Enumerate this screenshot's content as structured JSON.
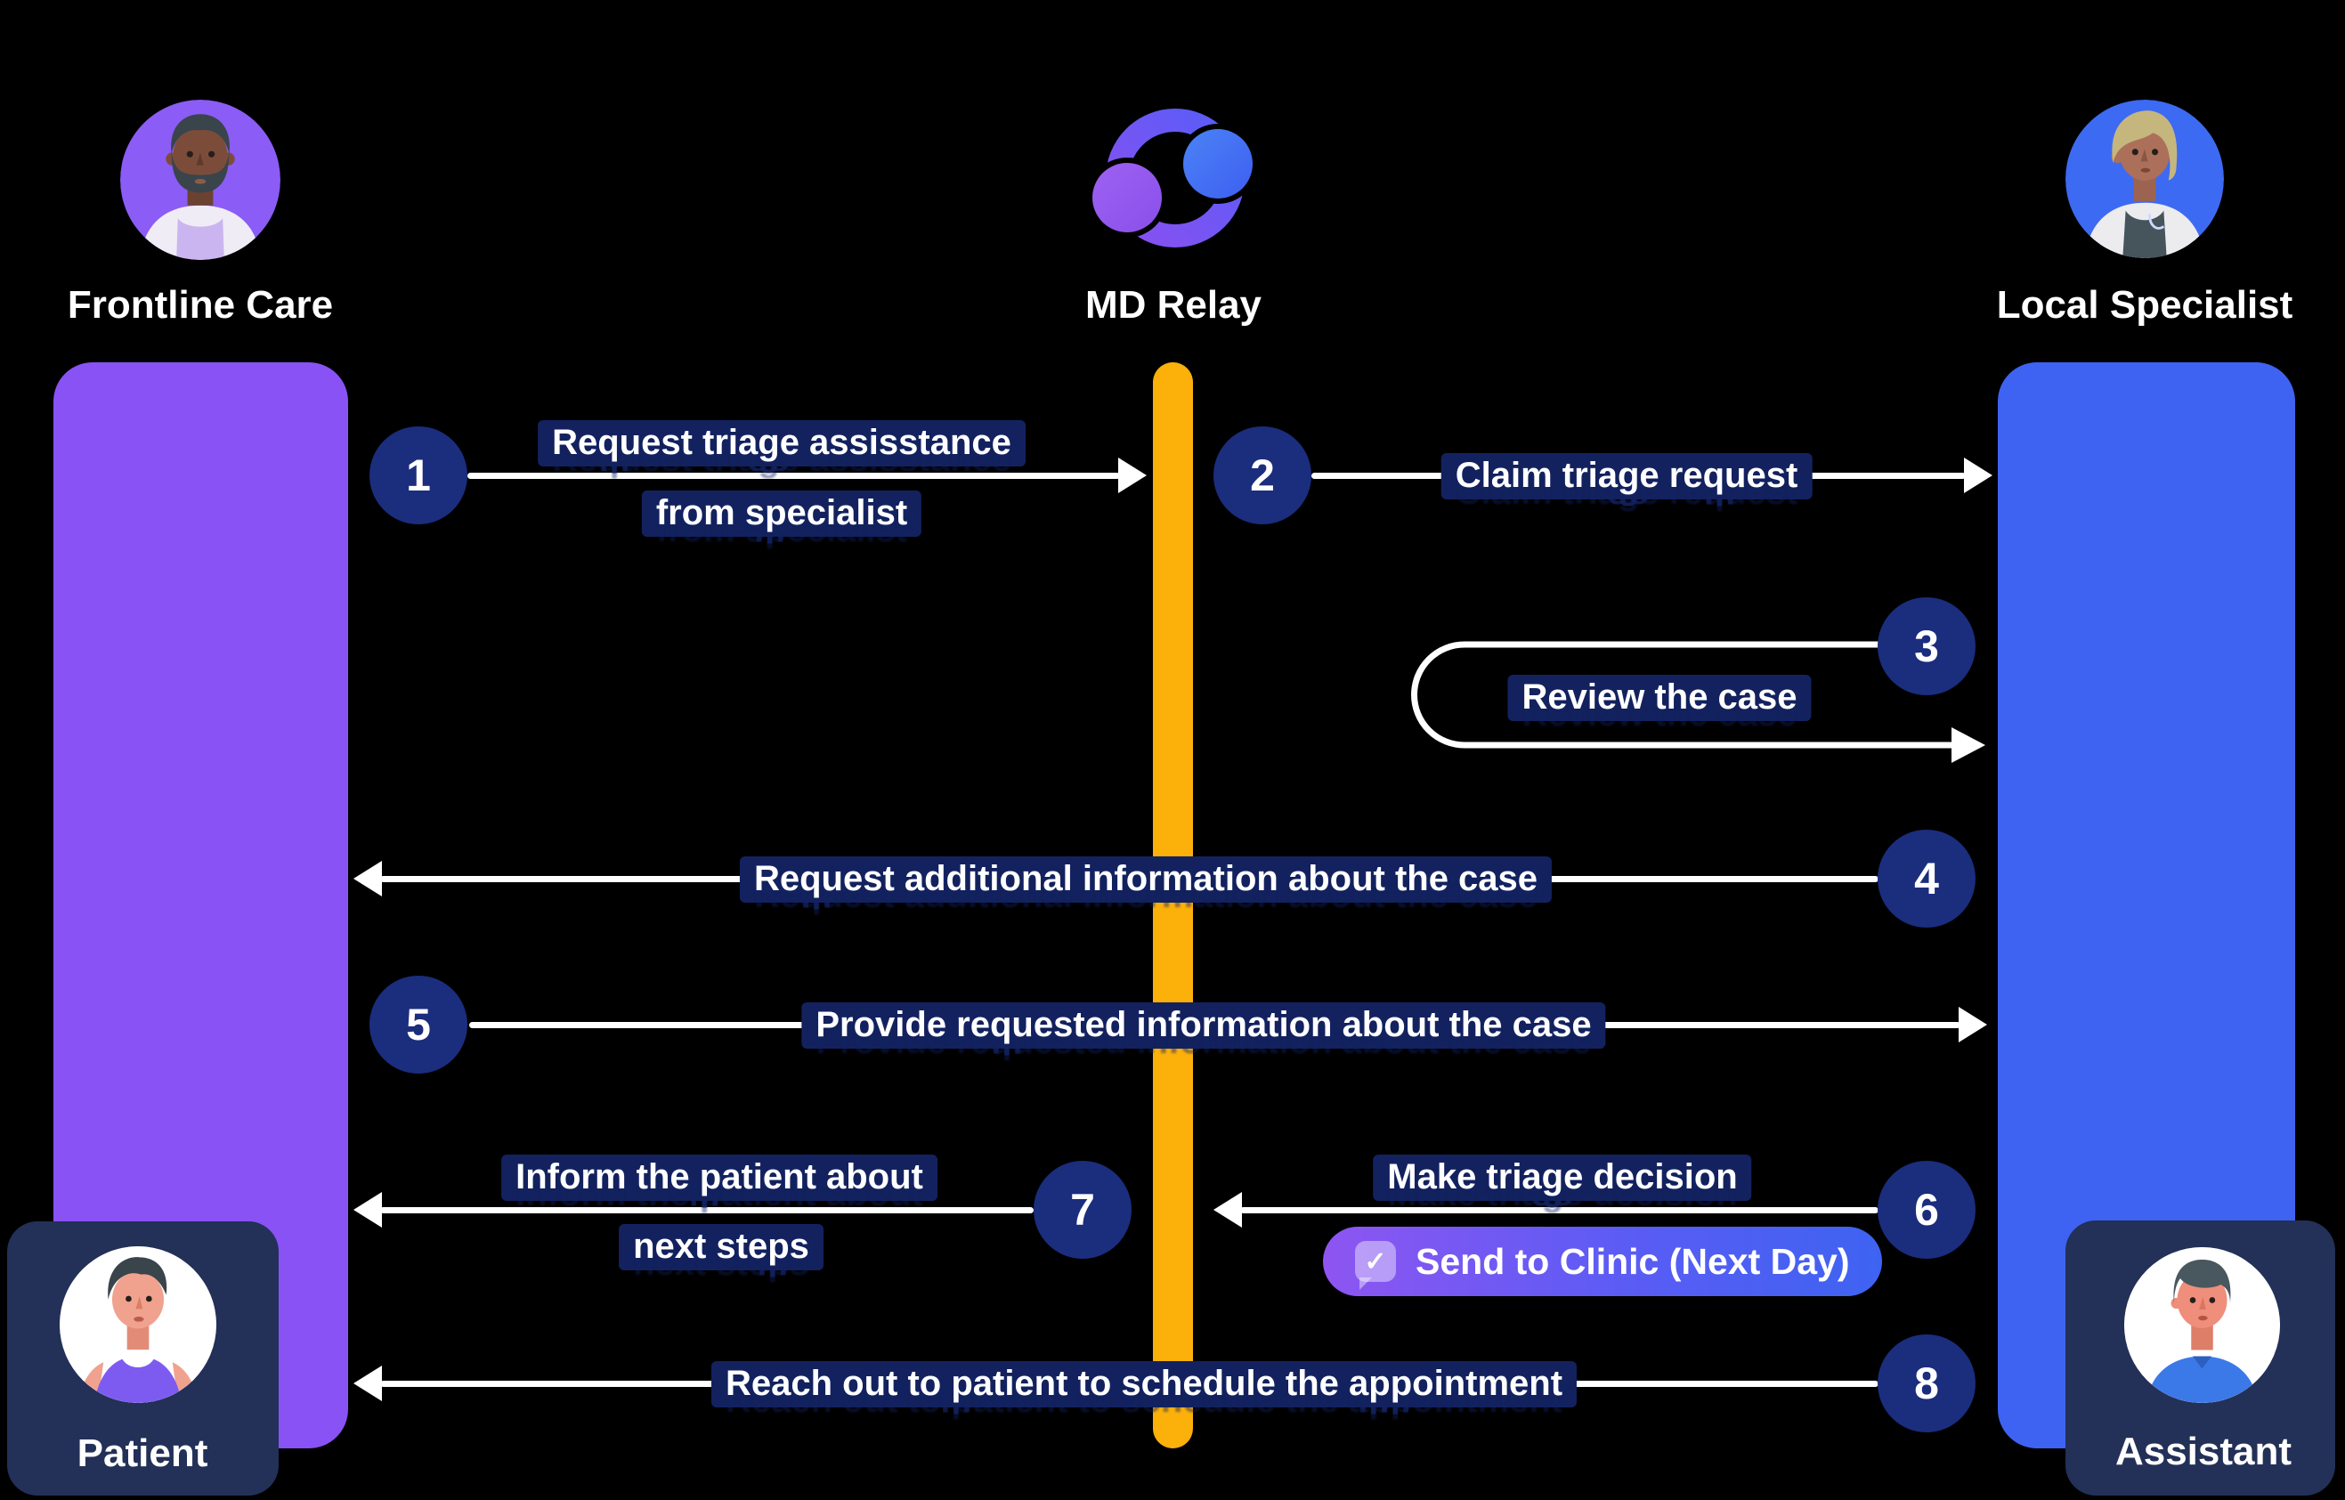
{
  "actors": {
    "frontline": {
      "name": "Frontline Care",
      "lifeline_color": "#8952F4"
    },
    "md_relay": {
      "name": "MD Relay",
      "lifeline_color": "#FBB00A"
    },
    "specialist": {
      "name": "Local Specialist",
      "lifeline_color": "#3E63F2"
    },
    "patient": {
      "name": "Patient"
    },
    "assistant": {
      "name": "Assistant"
    }
  },
  "steps": [
    {
      "num": "1",
      "from": "Frontline Care",
      "to": "MD Relay",
      "label": "Request triage assisstance from specialist",
      "label_line1": "Request triage assisstance",
      "label_line2": "from specialist"
    },
    {
      "num": "2",
      "from": "MD Relay",
      "to": "Local Specialist",
      "label": "Claim triage request"
    },
    {
      "num": "3",
      "from": "Local Specialist",
      "to": "Local Specialist",
      "label": "Review the case"
    },
    {
      "num": "4",
      "from": "Local Specialist",
      "to": "Frontline Care",
      "label": "Request additional information about the case"
    },
    {
      "num": "5",
      "from": "Frontline Care",
      "to": "Local Specialist",
      "label": "Provide requested information about the case"
    },
    {
      "num": "6",
      "from": "Local Specialist",
      "to": "MD Relay",
      "label": "Make triage decision",
      "badge": "Send to Clinic (Next Day)"
    },
    {
      "num": "7",
      "from": "MD Relay",
      "to": "Frontline Care",
      "label": "Inform the patient about next steps",
      "label_line1": "Inform the patient about",
      "label_line2": "next steps"
    },
    {
      "num": "8",
      "from": "Local Specialist",
      "to": "Frontline Care",
      "label": "Reach out to patient to schedule the appointment"
    }
  ],
  "icons": {
    "badge_check": "✓"
  },
  "colors": {
    "background": "#000000",
    "step_circle": "#1B2D7D",
    "label_halo": "#13225F",
    "card": "#233058",
    "arrow": "#FFFFFF",
    "badge_gradient_start": "#8E55F2",
    "badge_gradient_end": "#3E63F2"
  }
}
